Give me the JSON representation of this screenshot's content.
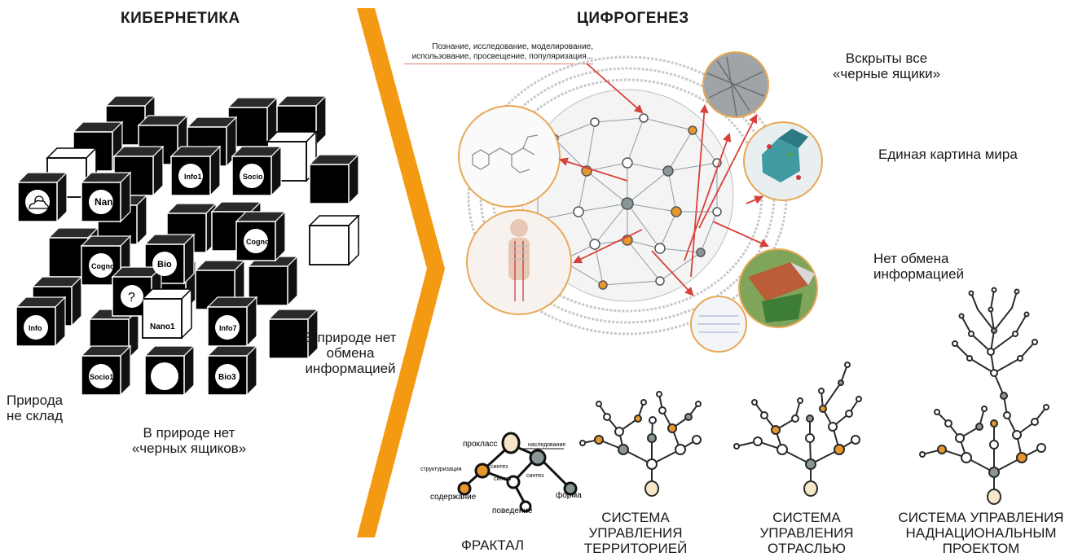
{
  "left": {
    "title": "КИБЕРНЕТИКА",
    "cube_labels": {
      "info1": "Info1",
      "socio": "Socio",
      "nano": "Nano",
      "cogno1": "Cogno",
      "cogno2": "Cogno",
      "bio": "Bio",
      "question": "?",
      "info": "Info",
      "nano1": "Nano1",
      "info7": "Info7",
      "socio1": "Socio1",
      "bio3": "Bio3"
    },
    "caption_nature_not_storage": "Природа\nне склад",
    "caption_no_black_boxes": "В природе нет\n«черных ящиков»",
    "caption_no_exchange": "В природе нет\nобмена\nинформацией"
  },
  "right": {
    "title": "ЦИФРОГЕНЕЗ",
    "top_note": "Познание, исследование, моделирование,\nиспользование, просвещение, популяризация...",
    "label_black_boxes_opened": "Вскрыты все\n«черные ящики»",
    "label_unified_picture": "Единая картина мира",
    "label_no_exchange": "Нет обмена\nинформацией",
    "fractal": {
      "caption": "ФРАКТАЛ",
      "nodes": {
        "proclass": "прокласс",
        "inheritance": "наследование",
        "structuring": "структуризация",
        "synthesis1": "синтез",
        "synthesis2": "синтез",
        "synthesis3": "синтез",
        "content": "содержание",
        "form": "форма",
        "behavior": "поведение"
      }
    },
    "tree_captions": {
      "territory": "СИСТЕМА\nУПРАВЛЕНИЯ\nТЕРРИТОРИЕЙ",
      "industry": "СИСТЕМА\nУПРАВЛЕНИЯ\nОТРАСЛЬЮ",
      "supranational": "СИСТЕМА УПРАВЛЕНИЯ\nНАДНАЦИОНАЛЬНЫМ\nПРОЕКТОМ"
    }
  },
  "colors": {
    "chevron": "#f39a12",
    "circle_border": "#e8a855",
    "arrow": "#d8403a",
    "orange_node": "#e8962e",
    "grey_node": "#8a9696",
    "note_line": "#e07b6e"
  }
}
